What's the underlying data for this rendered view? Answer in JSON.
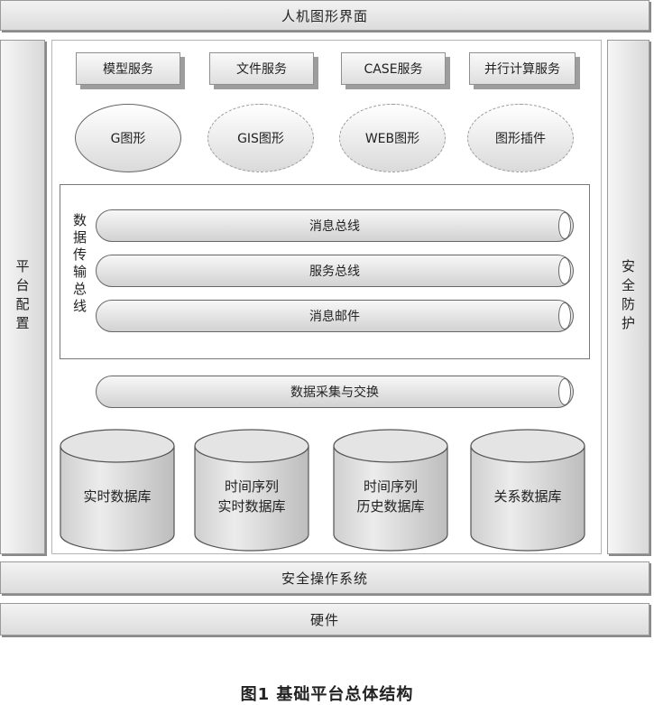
{
  "top_bar": "人机图形界面",
  "left_side": "平台配置",
  "right_side": "安全防护",
  "services": [
    "模型服务",
    "文件服务",
    "CASE服务",
    "并行计算服务"
  ],
  "graphics": [
    "G图形",
    "GIS图形",
    "WEB图形",
    "图形插件"
  ],
  "bus_group_label": "数据传输总线",
  "buses": [
    "消息总线",
    "服务总线",
    "消息邮件"
  ],
  "exchange": "数据采集与交换",
  "databases": [
    {
      "line1": "实时数据库",
      "line2": ""
    },
    {
      "line1": "时间序列",
      "line2": "实时数据库"
    },
    {
      "line1": "时间序列",
      "line2": "历史数据库"
    },
    {
      "line1": "关系数据库",
      "line2": ""
    }
  ],
  "os_bar": "安全操作系统",
  "hardware_bar": "硬件",
  "caption": "图1  基础平台总体结构"
}
